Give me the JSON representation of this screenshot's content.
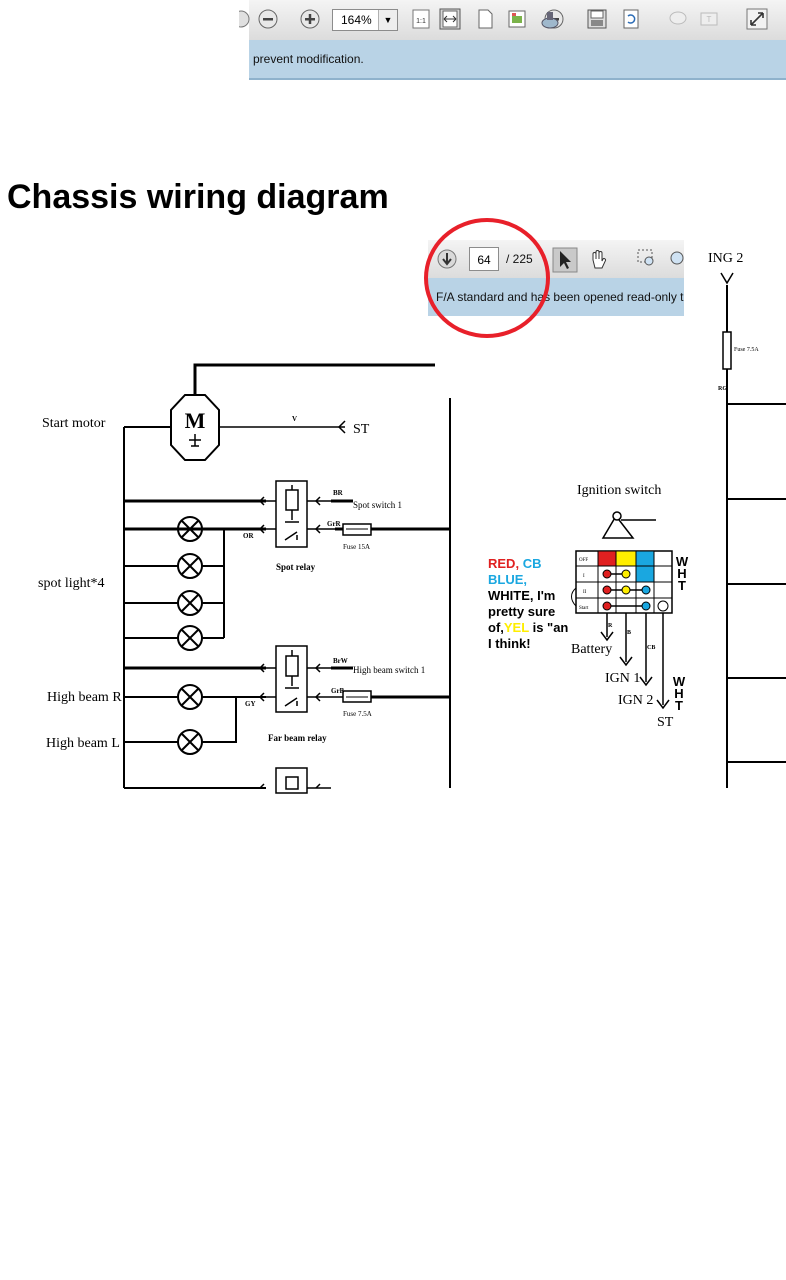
{
  "viewer": {
    "zoom": "164%",
    "zoom_dropdown_icon": "chevron-down-icon",
    "banner_text": "prevent modification.",
    "inset_page_current": "64",
    "inset_page_total": "/ 225",
    "inset_banner_text": "F/A standard and has been opened read-only to"
  },
  "page": {
    "title": "Chassis wiring diagram"
  },
  "diagram": {
    "start_motor": "Start motor",
    "motor_letter": "M",
    "wire_v": "V",
    "st_terminal": "ST",
    "spot_switch": "Spot switch 1",
    "wire_br": "BR",
    "wire_grr": "GrR",
    "fuse_15a": "Fuse 15A",
    "wire_or": "OR",
    "spot_relay": "Spot relay",
    "spot_light": "spot light*4",
    "wire_brw": "BrW",
    "high_beam_switch": "High beam switch 1",
    "wire_grb": "GrB",
    "fuse_75a": "Fuse 7.5A",
    "wire_gy": "GY",
    "far_beam_relay": "Far beam relay",
    "high_beam_r": "High beam R",
    "high_beam_l": "High beam L",
    "ing2": "ING 2",
    "fuse_75a_right": "Fuse 7.5A",
    "wire_rg": "RG",
    "ignition_switch": "Ignition switch",
    "ign_rows": [
      "OFF",
      "I",
      "II",
      "Start"
    ],
    "wire_r": "R",
    "wire_b": "B",
    "wire_cb": "CB",
    "battery": "Battery",
    "ign1": "IGN 1",
    "ign2": "IGN 2",
    "st": "ST"
  },
  "annotations": {
    "red": "RED,",
    "cb": "CB",
    "blue": "BLUE,",
    "line3": "WHITE, I'm",
    "line4": "pretty sure",
    "of": "of,",
    "yel": "YEL",
    "is_an": "is \"an",
    "line6": "I think!",
    "wht_right": [
      "W",
      "H",
      "T"
    ],
    "wht_bottom": [
      "W",
      "H",
      "T"
    ]
  },
  "colors": {
    "red": "#e02020",
    "yellow": "#ffee00",
    "cyan": "#1aa7e0",
    "white": "#ffffff",
    "circle": "#e8202a",
    "banner": "#b9d3e6"
  }
}
